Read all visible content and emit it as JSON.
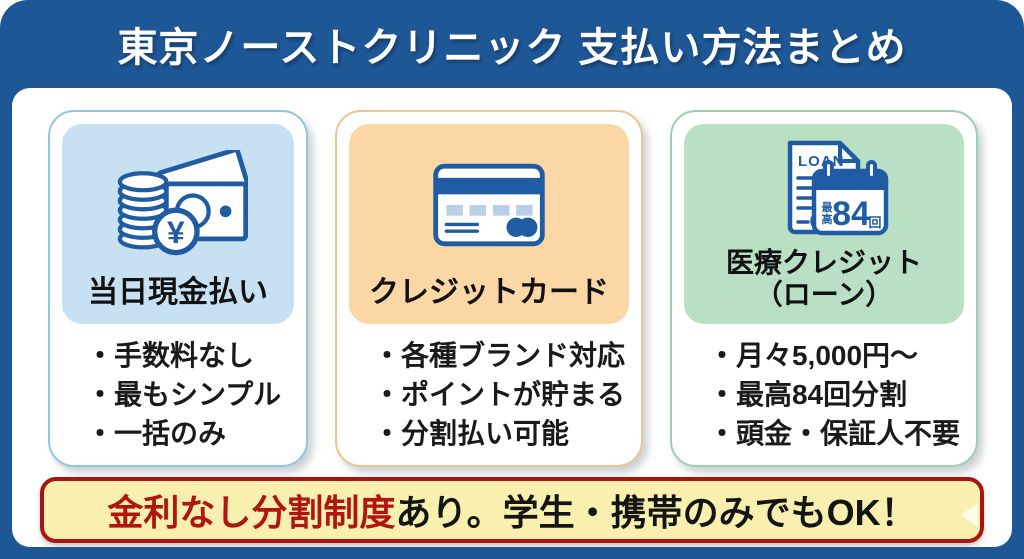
{
  "header": {
    "title": "東京ノーストクリニック 支払い方法まとめ"
  },
  "cards": [
    {
      "title_lines": [
        "当日現金払い"
      ],
      "icon": "cash-money-icon",
      "items": [
        "・手数料なし",
        "・最もシンプル",
        "・一括のみ"
      ]
    },
    {
      "title_lines": [
        "クレジットカード"
      ],
      "icon": "credit-card-icon",
      "items": [
        "・各種ブランド対応",
        "・ポイントが貯まる",
        "・分割払い可能"
      ]
    },
    {
      "title_lines": [
        "医療クレジット",
        "（ローン）"
      ],
      "icon": "loan-document-calendar-icon",
      "items": [
        "・月々5,000円〜",
        "・最高84回分割",
        "・頭金・保証人不要"
      ]
    }
  ],
  "icon_text": {
    "yen_symbol": "¥",
    "loan_label": "LOAN",
    "calendar_max_top": "最",
    "calendar_max_bottom": "高",
    "calendar_count": "84",
    "calendar_unit": "回"
  },
  "footer": {
    "highlight": "金利なし分割制度",
    "rest": "あり。学生・携帯のみでもOK！"
  },
  "colors": {
    "frame_blue": "#1e5796",
    "icon_blue": "#1f5ca3",
    "card1_panel": "#c8e1f2",
    "card1_border": "#8fc6e3",
    "card2_panel": "#fad7a4",
    "card2_border": "#eac693",
    "card3_panel": "#b9dfc4",
    "card3_border": "#9bcfad",
    "banner_bg": "#f9efae",
    "banner_border": "#a81511",
    "banner_red_text": "#b01510"
  }
}
